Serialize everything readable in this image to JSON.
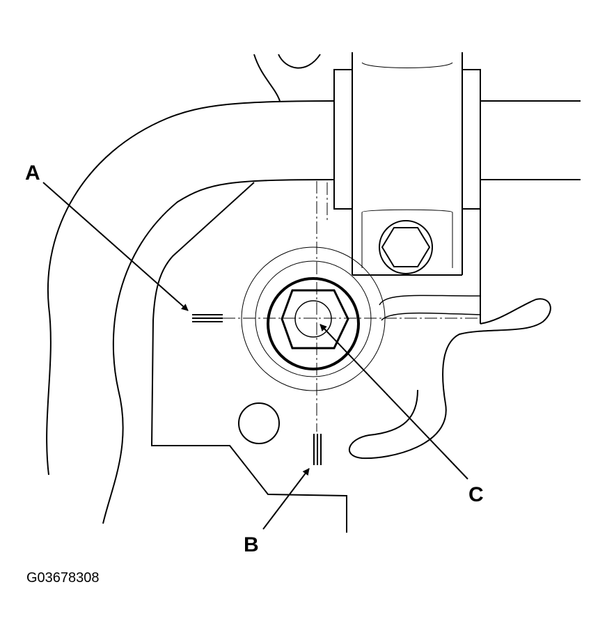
{
  "diagram": {
    "callouts": {
      "a": "A",
      "b": "B",
      "c": "C"
    },
    "figure_id": "G03678308"
  },
  "colors": {
    "line": "#000000",
    "background": "#ffffff"
  }
}
